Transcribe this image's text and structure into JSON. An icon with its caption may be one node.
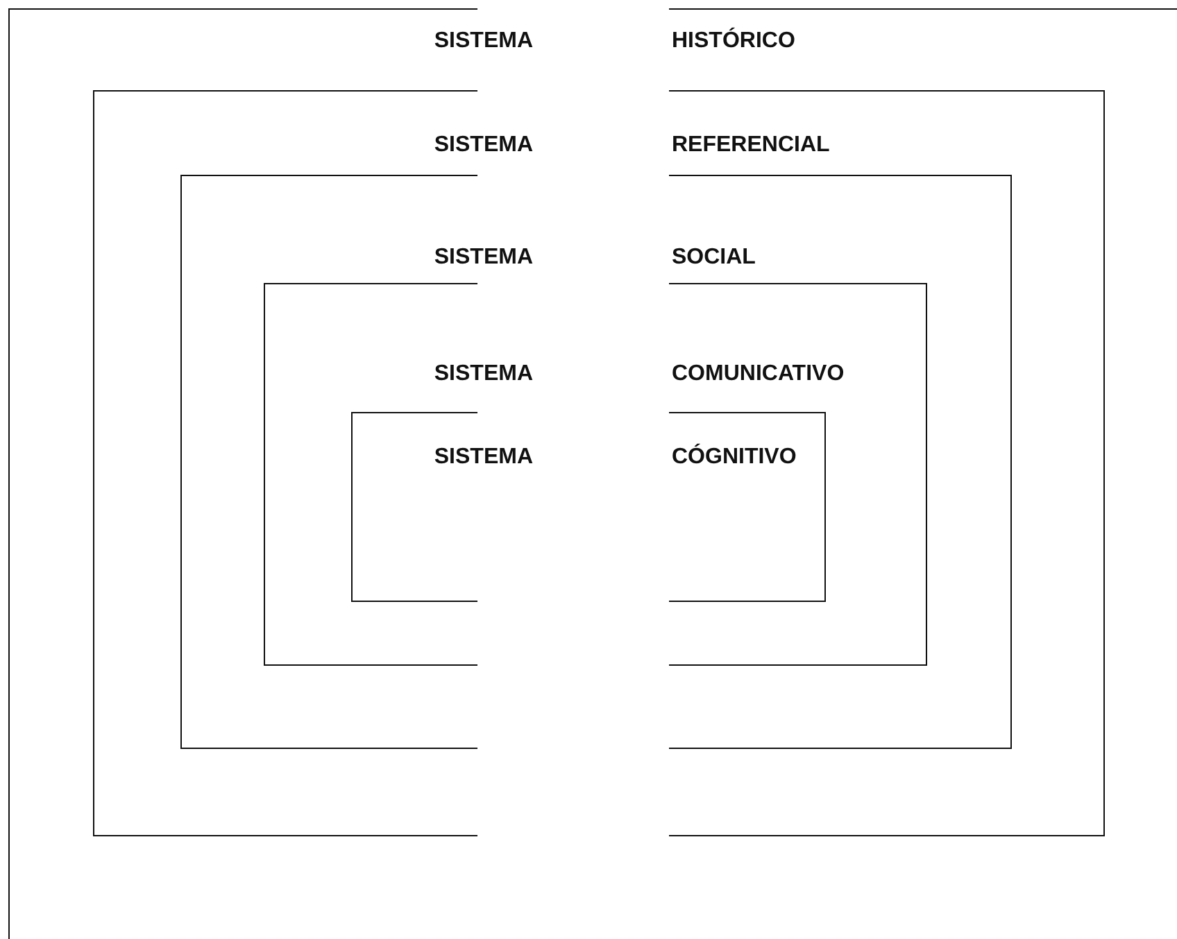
{
  "diagram": {
    "nodes": [
      {
        "text": [
          "SISTEMA",
          "HISTÓRICO"
        ]
      },
      {
        "text": [
          "SISTEMA",
          "REFERENCIAL"
        ],
        "in": 0
      },
      {
        "text": [
          "SISTEMA",
          "SOCIAL"
        ],
        "in": 1
      },
      {
        "text": [
          "SISTEMA",
          "COMUNICATIVO"
        ],
        "in": 2
      },
      {
        "text": [
          "SISTEMA",
          "CÓGNITIVO"
        ],
        "in": 3
      }
    ]
  }
}
